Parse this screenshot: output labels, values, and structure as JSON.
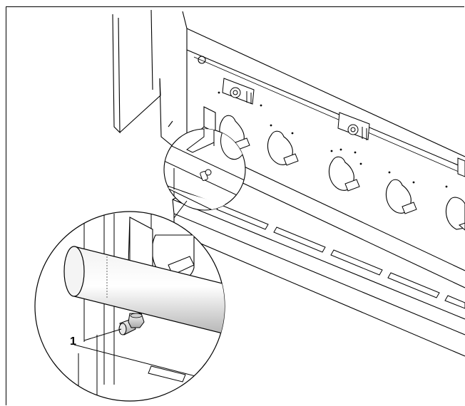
{
  "figure": {
    "callouts": [
      {
        "id": "1",
        "label": "1",
        "part": "nozzle-fitting"
      }
    ],
    "colors": {
      "line": "#000000",
      "fill": "#ffffff",
      "shade_dark": "#b5b5b5",
      "shade_light": "#f2f2f2"
    }
  }
}
